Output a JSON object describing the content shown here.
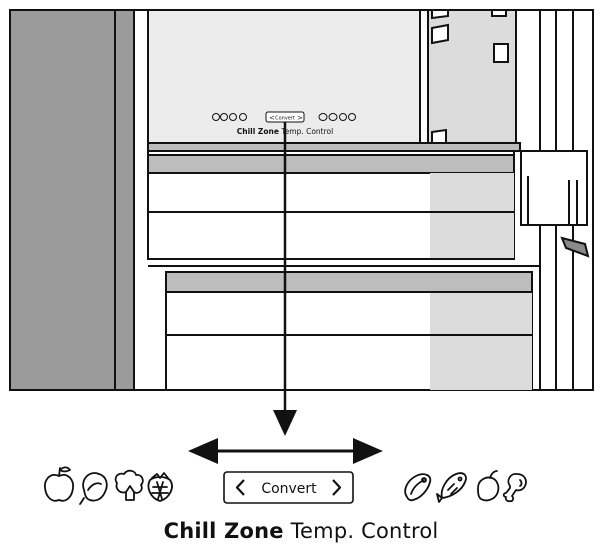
{
  "panel": {
    "convert_label": "Convert",
    "title_bold": "Chill Zone",
    "title_rest": "Temp. Control"
  },
  "left_icons": [
    "apple-icon",
    "lettuce-icon",
    "broccoli-icon",
    "strawberry-icon"
  ],
  "right_icons": [
    "steak-icon",
    "fish-icon",
    "chicken-icon",
    "turkey-leg-icon"
  ],
  "colors": {
    "outline": "#111111",
    "door_gray": "#9b9b9b",
    "drawer_gray": "#bdbdbd",
    "shade_gray": "#dcdcdc"
  }
}
